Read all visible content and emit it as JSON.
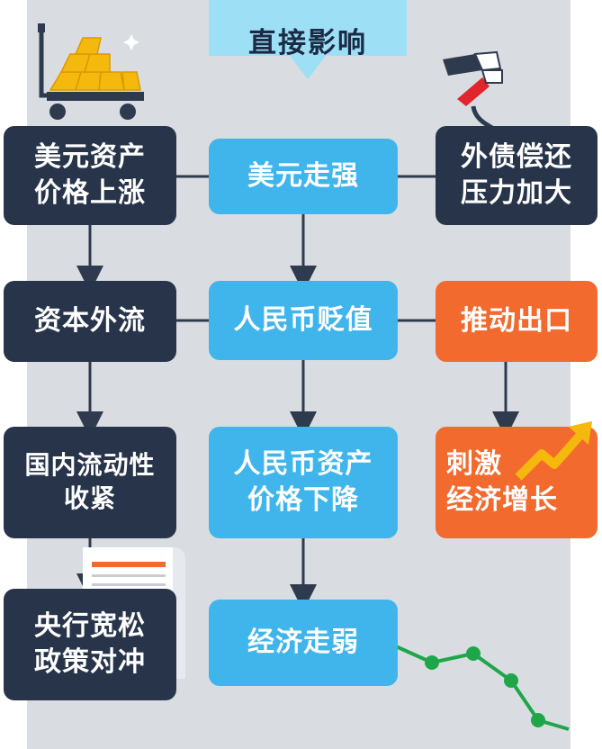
{
  "header": {
    "title": "直接影响"
  },
  "nodes": {
    "usd_asset_up": {
      "line1": "美元资产",
      "line2": "价格上涨"
    },
    "usd_strong": {
      "label": "美元走强"
    },
    "debt_pressure": {
      "line1": "外债偿还",
      "line2": "压力加大"
    },
    "capital_outflow": {
      "label": "资本外流"
    },
    "rmb_depreciation": {
      "label": "人民币贬值"
    },
    "boost_export": {
      "label": "推动出口"
    },
    "liquidity_tight": {
      "line1": "国内流动性",
      "line2": "收紧"
    },
    "rmb_asset_down": {
      "line1": "人民币资产",
      "line2": "价格下降"
    },
    "stimulate_growth": {
      "line1": "刺激",
      "line2": "经济增长"
    },
    "central_bank_hedge": {
      "line1": "央行宽松",
      "line2": "政策对冲"
    },
    "economy_weak": {
      "label": "经济走弱"
    }
  },
  "colors": {
    "dark_box": "#27344a",
    "blue_box": "#3fb5ec",
    "orange_box": "#f26a2e",
    "panel": "#d9dde2",
    "connector": "#2e3a4d",
    "header_banner": "#9ddff5"
  },
  "icons": [
    "gold-cart-icon",
    "jumper-cable-clamp-icon",
    "growth-arrow-icon",
    "document-icon",
    "decline-line-icon"
  ]
}
